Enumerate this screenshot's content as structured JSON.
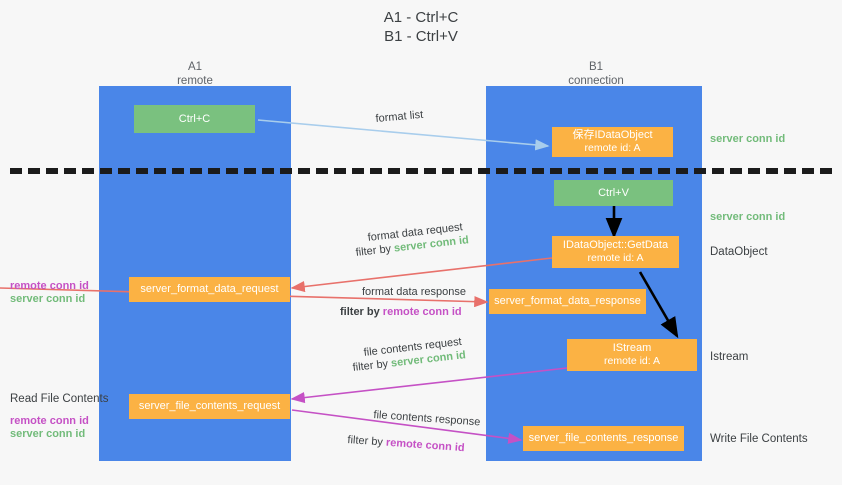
{
  "title": {
    "line1": "A1 - Ctrl+C",
    "line2": "B1 - Ctrl+V"
  },
  "columns": [
    {
      "name": "A1",
      "sub": "remote"
    },
    {
      "name": "B1",
      "sub": "connection"
    }
  ],
  "colors": {
    "lane": "#4a86e8",
    "green_box": "#7ac17f",
    "orange_box": "#fbb244",
    "server_conn": "#72bb7a",
    "remote_conn": "#c551c5",
    "arrow_blue": "#a8cdec",
    "arrow_red": "#e8716b",
    "arrow_magenta": "#c551c5",
    "arrow_black": "#000000",
    "divider": "#1b1b1b",
    "background": "#f7f7f7"
  },
  "boxes": {
    "ctrl_c": {
      "label": "Ctrl+C"
    },
    "save_idataobject": {
      "line1": "保存IDataObject",
      "line2": "remote id: A"
    },
    "ctrl_v": {
      "label": "Ctrl+V"
    },
    "getdata": {
      "line1": "IDataObject::GetData",
      "line2": "remote id: A"
    },
    "istream": {
      "line1": "IStream",
      "line2": "remote id: A"
    },
    "server_format_data_request": {
      "label": "server_format_data_request"
    },
    "server_format_data_response": {
      "label": "server_format_data_response"
    },
    "server_file_contents_request": {
      "label": "server_file_contents_request"
    },
    "server_file_contents_response": {
      "label": "server_file_contents_response"
    }
  },
  "right_labels": {
    "server_conn_id_top": "server conn id",
    "server_conn_id_mid": "server conn id",
    "dataobject": "DataObject",
    "istream": "Istream",
    "write_file_contents": "Write File Contents"
  },
  "left_labels": {
    "remote_conn_id_1": "remote conn id",
    "server_conn_id_1": "server conn id",
    "read_file_contents": "Read File Contents",
    "remote_conn_id_2": "remote conn id",
    "server_conn_id_2": "server conn id"
  },
  "captions": {
    "format_list": "format list",
    "format_data_request": "format data request",
    "format_data_request_filter_prefix": "filter by ",
    "format_data_request_filter_value": "server conn id",
    "format_data_response": "format data response",
    "format_data_response_filter_prefix": "filter by ",
    "format_data_response_filter_value": "remote conn id",
    "file_contents_request": "file contents request",
    "file_contents_request_filter_prefix": "filter by ",
    "file_contents_request_filter_value": "server conn id",
    "file_contents_response": "file contents response",
    "file_contents_response_filter_prefix": "filter by ",
    "file_contents_response_filter_value": "remote conn id"
  }
}
